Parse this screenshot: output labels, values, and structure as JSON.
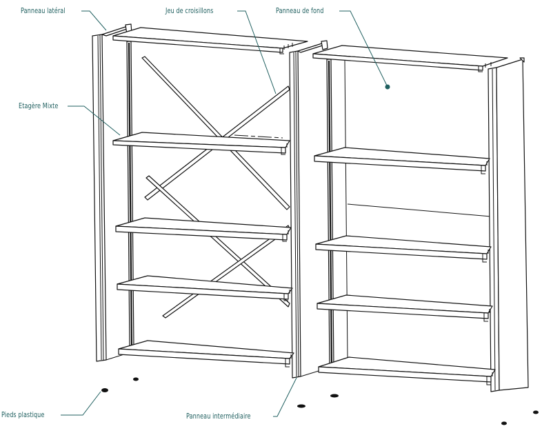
{
  "diagram": {
    "labels": {
      "side_panel": "Panneau latéral",
      "cross_braces": "Jeu de croisillons",
      "back_panel": "Panneau de fond",
      "mixed_shelf": "Etagère Mixte",
      "plastic_feet": "Pieds plastique",
      "intermediate_panel": "Panneau intermédiaire"
    },
    "bays": [
      {
        "name": "left-bay",
        "shelf_count": 5,
        "has_cross_braces": true
      },
      {
        "name": "right-bay",
        "shelf_count": 5,
        "has_back_panel": true
      }
    ],
    "colors": {
      "leader": "#1f5f5f",
      "line": "#111111",
      "background": "#ffffff"
    }
  }
}
